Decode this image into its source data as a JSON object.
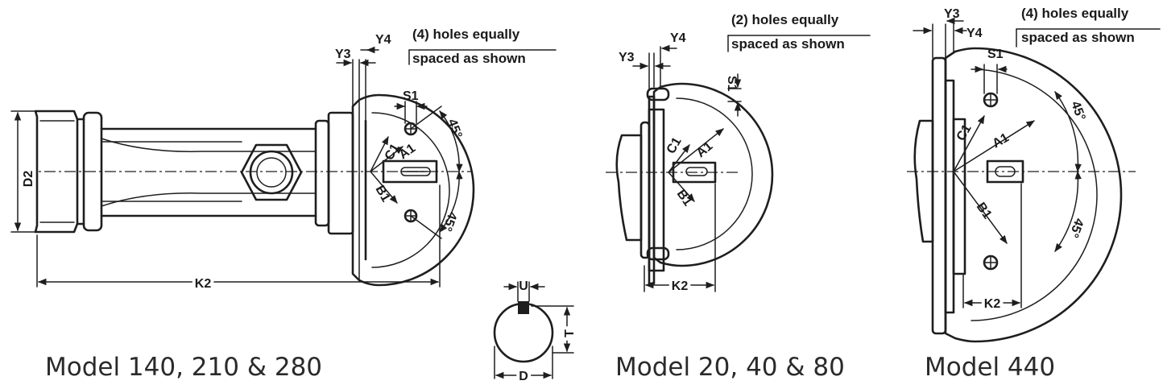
{
  "captions": {
    "model_140": "Model 140, 210 & 280",
    "model_20": "Model 20, 40 & 80",
    "model_440": "Model 440"
  },
  "notes": {
    "holes4_line1": "(4) holes equally",
    "holes4_line2": "spaced as shown",
    "holes2_line1": "(2) holes equally",
    "holes2_line2": "spaced as shown"
  },
  "dims": {
    "D2": "D2",
    "K2": "K2",
    "Y3": "Y3",
    "Y4": "Y4",
    "S1": "S1",
    "A1": "A1",
    "B1": "B1",
    "C1": "C1",
    "angle": "45°",
    "U": "U",
    "T": "T",
    "D": "D"
  },
  "colors": {
    "ink": "#1e1e1e",
    "caption": "#2a2a2a",
    "background": "#ffffff"
  }
}
